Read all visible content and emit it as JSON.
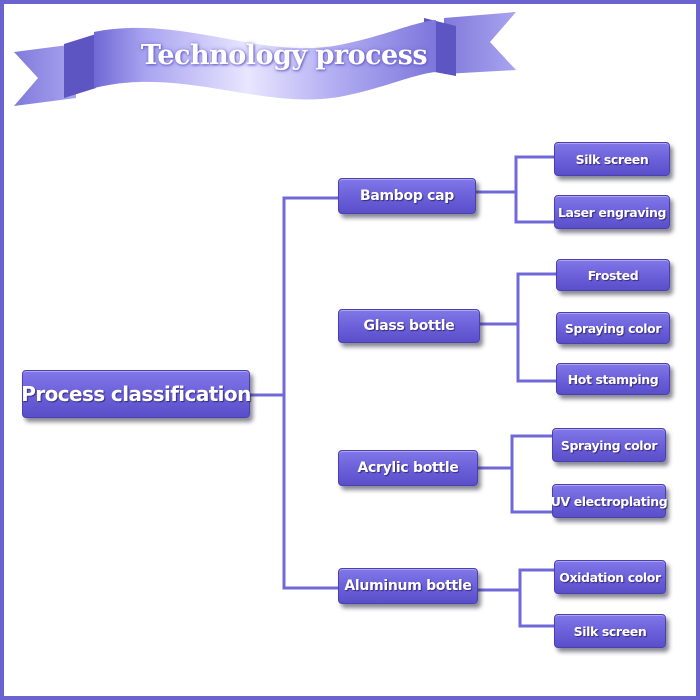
{
  "banner": {
    "title": "Technology process"
  },
  "root": {
    "label": "Process classification"
  },
  "categories": [
    {
      "label": "Bambop cap",
      "children": [
        "Silk screen",
        "Laser engraving"
      ]
    },
    {
      "label": "Glass bottle",
      "children": [
        "Frosted",
        "Spraying color",
        "Hot stamping"
      ]
    },
    {
      "label": "Acrylic bottle",
      "children": [
        "Spraying color",
        "UV electroplating"
      ]
    },
    {
      "label": "Aluminum bottle",
      "children": [
        "Oxidation color",
        "Silk screen"
      ]
    }
  ],
  "colors": {
    "node": "#6a5fd8",
    "border": "#6b63cf",
    "connector": "#7068d8",
    "banner": "#8a84e8"
  }
}
